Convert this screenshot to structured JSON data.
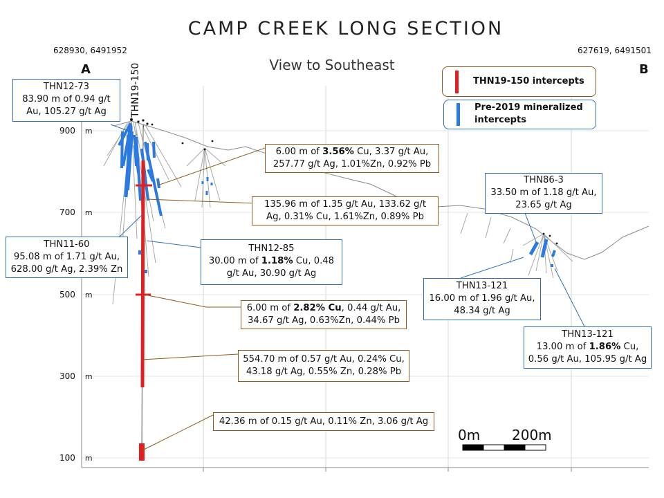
{
  "title": "CAMP CREEK LONG SECTION",
  "subtitle": "View to Southeast",
  "section_start": {
    "label": "A",
    "coords": "628930, 6491952"
  },
  "section_end": {
    "label": "B",
    "coords": "627619, 6491501"
  },
  "hole_label": "THN19-150",
  "y_axis": {
    "unit": "m",
    "ticks": [
      "900",
      "700",
      "500",
      "300",
      "100"
    ]
  },
  "legend": {
    "item1": {
      "label": "THN19-150 intercepts",
      "color": "#e02020"
    },
    "item2": {
      "label": "Pre-2019 mineralized intercepts",
      "color": "#2a7ae2"
    }
  },
  "scale_bar": {
    "start": "0m",
    "end": "200m"
  },
  "callouts": {
    "thn12_73": {
      "l1": "THN12-73",
      "l2": "83.90 m of 0.94 g/t",
      "l3": "Au, 105.27 g/t Ag"
    },
    "thn11_60": {
      "l1": "THN11-60",
      "l2": "95.08 m of 1.71 g/t Au,",
      "l3": "628.00 g/t Ag, 2.39% Zn"
    },
    "thn12_85": {
      "l1": "THN12-85",
      "l2a": "30.00 m of ",
      "l2b": "1.18%",
      "l2c": " Cu, 0.48",
      "l3": "g/t Au, 30.90 g/t Ag"
    },
    "i1": {
      "l1a": "6.00 m of ",
      "l1b": "3.56%",
      "l1c": " Cu, 3.37 g/t Au,",
      "l2": "257.77 g/t Ag, 1.01%Zn, 0.92% Pb"
    },
    "i2": {
      "l1": "135.96 m of 1.35 g/t Au, 133.62 g/t",
      "l2": "Ag, 0.31% Cu, 1.61%Zn, 0.89% Pb"
    },
    "i3": {
      "l1a": "6.00 m of ",
      "l1b": "2.82% Cu",
      "l1c": ", 0.44 g/t Au,",
      "l2": "34.67 g/t Ag, 0.63%Zn, 0.44% Pb"
    },
    "i4": {
      "l1": "554.70 m of 0.57 g/t Au, 0.24% Cu,",
      "l2": "43.18 g/t Ag, 0.55% Zn, 0.28% Pb"
    },
    "i5": {
      "l1": "42.36 m of 0.15 g/t Au, 0.11% Zn,  3.06 g/t Ag"
    },
    "thn86_3": {
      "l1": "THN86-3",
      "l2": "33.50 m of 1.18 g/t Au,",
      "l3": "23.65 g/t Ag"
    },
    "thn13_121a": {
      "l1": "THN13-121",
      "l2": "16.00 m of 1.96 g/t Au,",
      "l3": "48.34 g/t Ag"
    },
    "thn13_121b": {
      "l1": "THN13-121",
      "l2a": "13.00 m of ",
      "l2b": "1.86%",
      "l2c": " Cu,",
      "l3": "0.56 g/t Au, 105.95 g/t Ag"
    }
  }
}
